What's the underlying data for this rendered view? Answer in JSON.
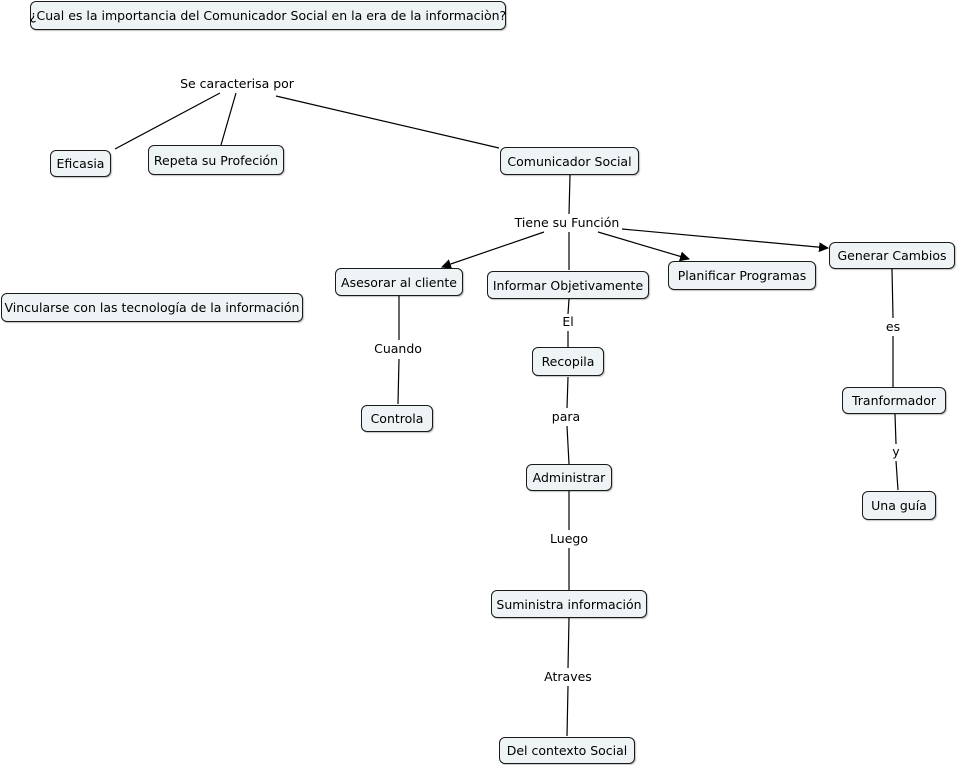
{
  "nodes": {
    "question": "¿Cual es la importancia del Comunicador Social en la era de la informaciòn?",
    "eficasia": "Eficasia",
    "repeta": "Repeta su Profeción",
    "comunicador": "Comunicador Social",
    "vincularse": "Vincularse con las tecnología de la información",
    "asesorar": "Asesorar al cliente",
    "informar": "Informar Objetivamente",
    "planificar": "Planificar  Programas",
    "generar": "Generar  Cambios",
    "controla": "Controla",
    "recopila": "Recopila",
    "administrar": "Administrar",
    "suministra": "Suministra información",
    "contexto": "Del contexto Social",
    "tranformador": "Tranformador",
    "guia": "Una guía"
  },
  "links": {
    "se_caracterisa": "Se caracterisa por",
    "tiene_funcion": "Tiene su Función",
    "cuando": "Cuando",
    "el": "El",
    "para": "para",
    "luego": "Luego",
    "atraves": "Atraves",
    "es": "es",
    "y": "y"
  }
}
